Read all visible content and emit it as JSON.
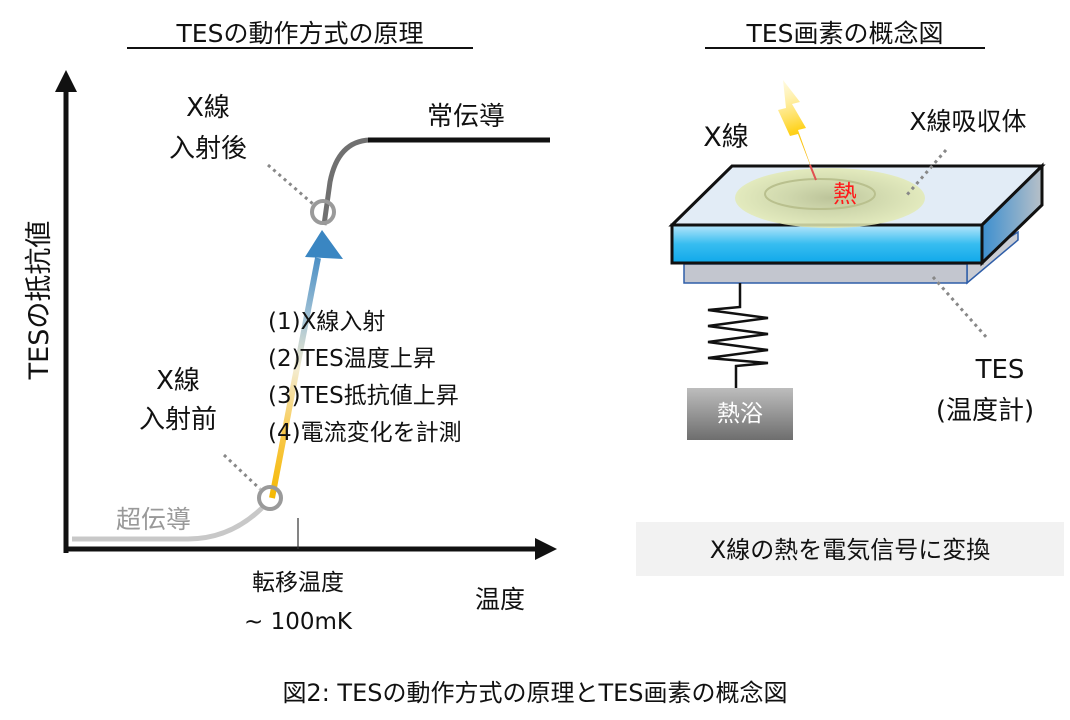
{
  "left_panel": {
    "title": "TESの動作方式の原理",
    "y_axis_label": "TESの抵抗値",
    "x_axis_label": "温度",
    "transition_label": "転移温度",
    "transition_value": "~ 100mK",
    "superconducting_label": "超伝導",
    "normal_label": "常伝導",
    "before_label_1": "X線",
    "before_label_2": "入射前",
    "after_label_1": "X線",
    "after_label_2": "入射後",
    "steps": [
      "(1)X線入射",
      "(2)TES温度上昇",
      "(3)TES抵抗値上昇",
      "(4)電流変化を計測"
    ]
  },
  "right_panel": {
    "title": "TES画素の概念図",
    "xray_label": "X線",
    "absorber_label": "X線吸収体",
    "heat_label": "熱",
    "tes_label": "TES",
    "thermometer_label": "(温度計)",
    "bath_label": "熱浴",
    "summary": "X線の熱を電気信号に変換"
  },
  "caption": "図2: TESの動作方式の原理とTES画素の概念図",
  "colors": {
    "heat": "#ff1a1a",
    "absorber": "#29b6f0",
    "arrow_start": "#f5b800",
    "arrow_end": "#2f7fc0"
  }
}
